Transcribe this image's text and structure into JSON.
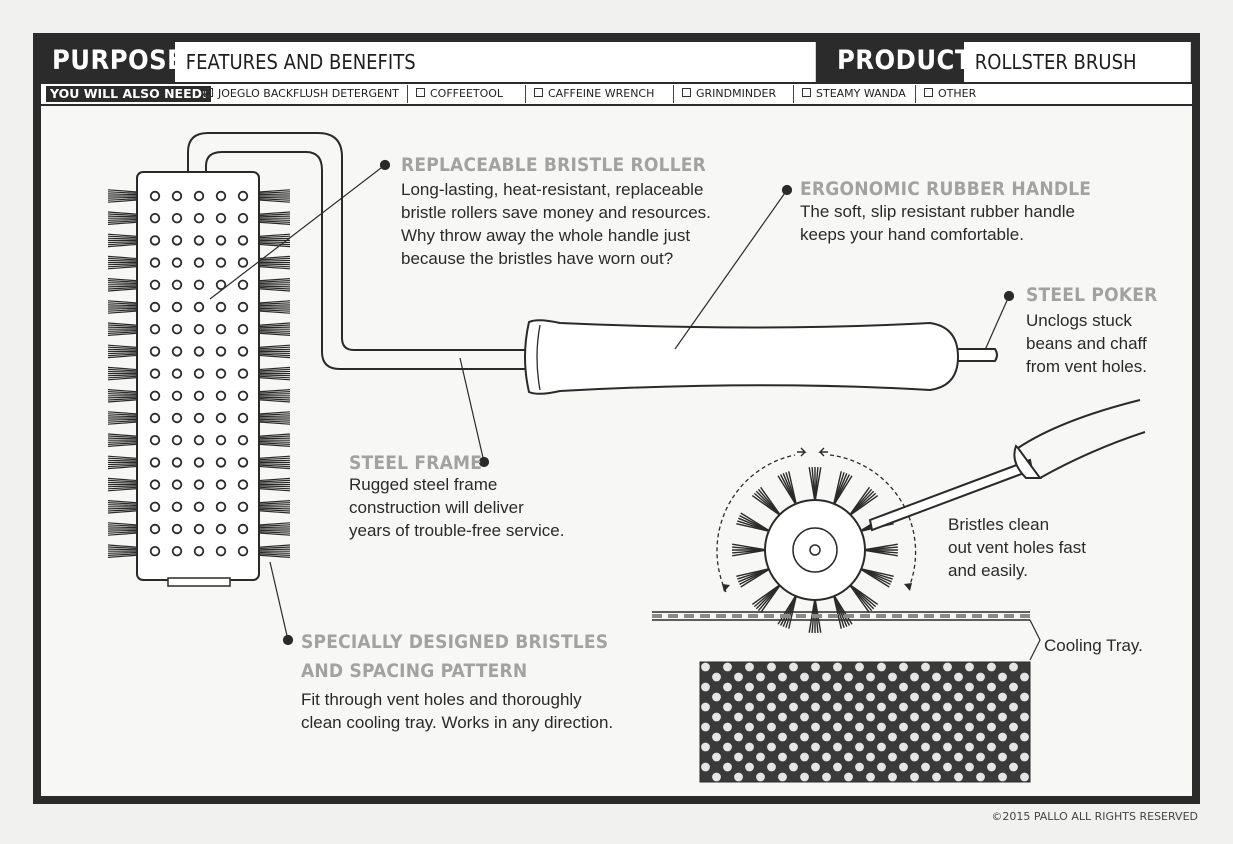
{
  "header": {
    "purpose_label": "PURPOSE:",
    "purpose_value": "FEATURES AND BENEFITS",
    "product_label": "PRODUCT:",
    "product_value": "ROLLSTER BRUSH",
    "also_need_label": "YOU WILL ALSO NEED:",
    "also_need_items": [
      "JOEGLO BACKFLUSH DETERGENT",
      "COFFEETOOL",
      "CAFFEINE WRENCH",
      "GRINDMINDER",
      "STEAMY WANDA",
      "OTHER"
    ]
  },
  "callouts": {
    "roller": {
      "title": "REPLACEABLE BRISTLE ROLLER",
      "body": "Long-lasting, heat-resistant, replaceable\nbristle rollers save money and resources.\nWhy throw away the whole handle just\nbecause the bristles have worn out?"
    },
    "handle": {
      "title": "ERGONOMIC RUBBER HANDLE",
      "body": "The soft, slip resistant rubber handle\nkeeps your hand comfortable."
    },
    "poker": {
      "title": "STEEL POKER",
      "body": "Unclogs stuck\nbeans and chaff\nfrom vent holes."
    },
    "frame": {
      "title": "STEEL FRAME",
      "body": "Rugged steel frame\nconstruction will deliver\nyears of trouble-free service."
    },
    "bristles": {
      "title_line1": "SPECIALLY DESIGNED BRISTLES",
      "title_line2": "AND SPACING PATTERN",
      "body": "Fit through vent holes and thoroughly\nclean cooling tray. Works in any direction."
    }
  },
  "detail": {
    "bristles_text": "Bristles clean\nout vent holes fast\nand easily.",
    "tray_label": "Cooling Tray."
  },
  "footer": {
    "copyright": "©2015 PALLO ALL RIGHTS RESERVED"
  },
  "colors": {
    "frame": "#2b2b2b",
    "callout_title": "#a2a2a2",
    "body_text": "#2a2a2a"
  }
}
